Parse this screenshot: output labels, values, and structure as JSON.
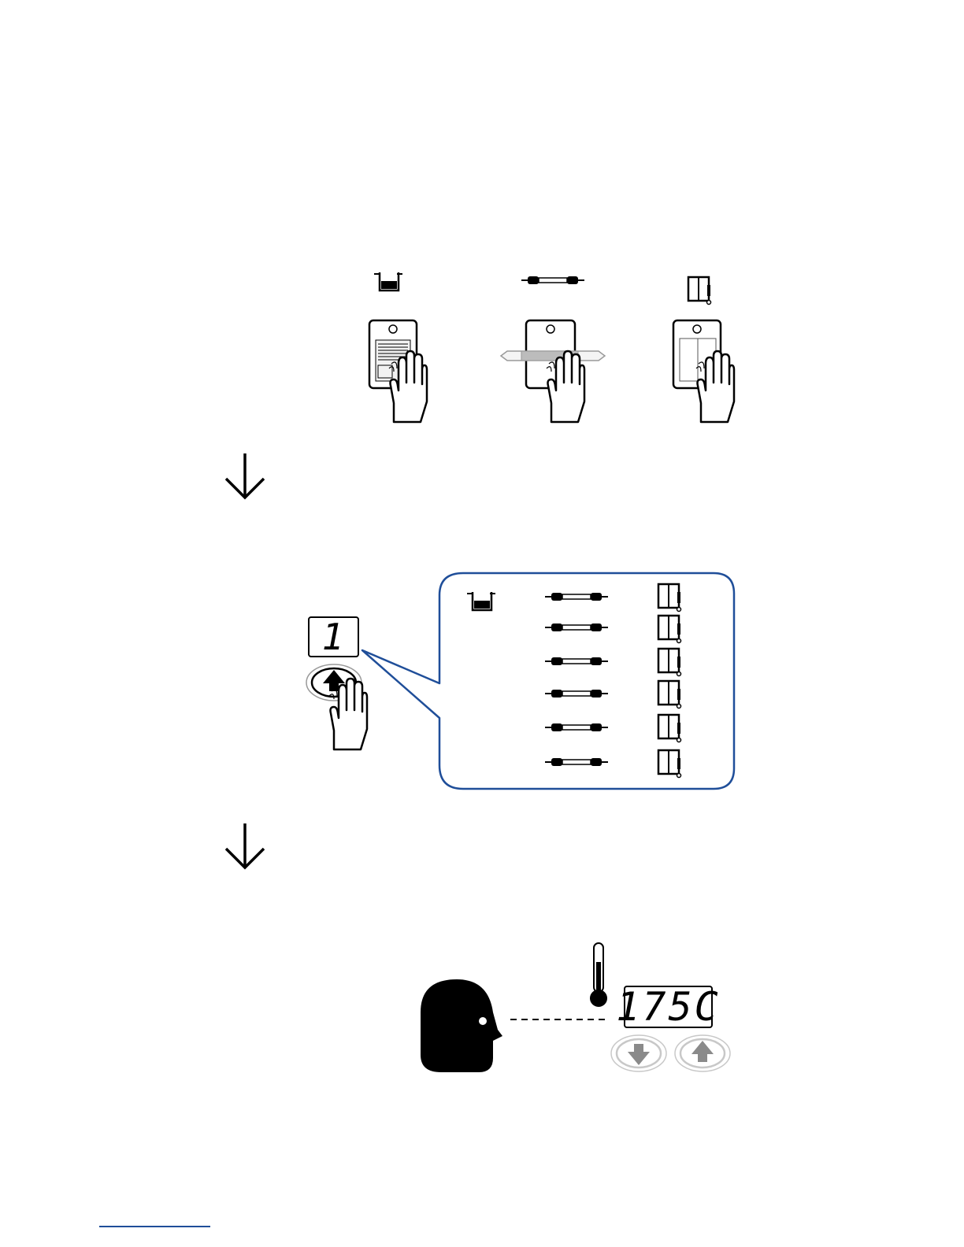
{
  "colors": {
    "ink": "#000000",
    "callout_border": "#1f4e99",
    "button_gray": "#8a8a8a",
    "button_ring": "#c8c8c8",
    "panel_gray": "#e6e6e6"
  },
  "icons": {
    "pan": "pan-icon",
    "hair_iron": "hair-iron-icon",
    "griddle": "griddle-icon",
    "down_arrow": "down-arrow-icon",
    "hand": "hand-icon",
    "up_button": "up-arrow-button-icon",
    "down_button": "down-arrow-button-icon",
    "thermometer": "thermometer-icon",
    "head": "head-silhouette-icon"
  },
  "step2": {
    "display_value": "1",
    "callout_rows": 6
  },
  "step3": {
    "display_value": "175C"
  }
}
